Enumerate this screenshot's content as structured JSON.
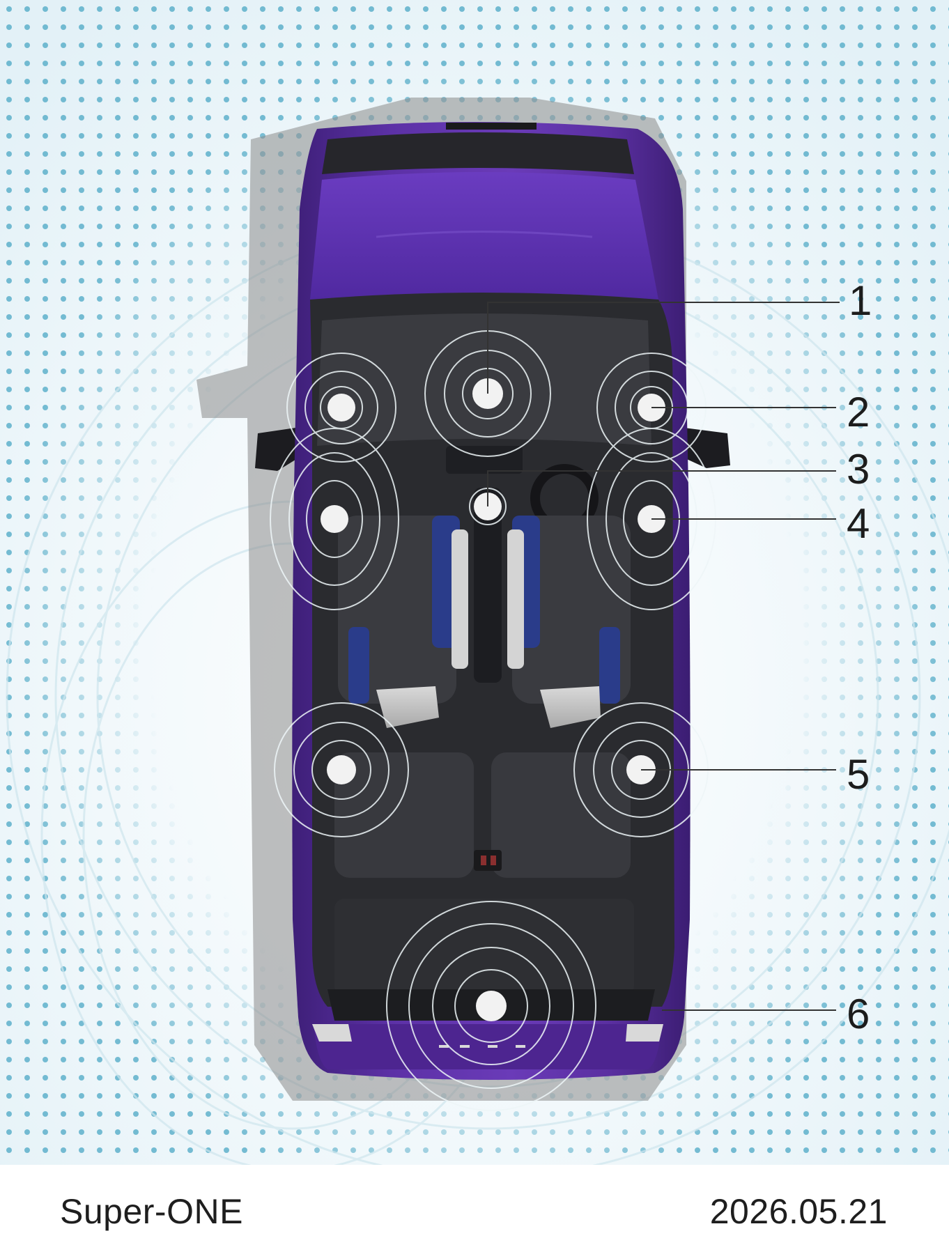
{
  "footer": {
    "model_name": "Super-ONE",
    "date": "2026.05.21"
  },
  "callouts": [
    {
      "number": "1"
    },
    {
      "number": "2"
    },
    {
      "number": "3"
    },
    {
      "number": "4"
    },
    {
      "number": "5"
    },
    {
      "number": "6"
    }
  ],
  "colors": {
    "body_paint": "#5a2fa0",
    "interior": "#2a2b2f",
    "seat_accent": "#2a3c8a",
    "speaker_dot": "#f2f2f2",
    "sound_wave": "#dff1f5",
    "dot_pattern": "#4aa6c4"
  },
  "icons": {
    "speaker": "speaker-icon"
  }
}
